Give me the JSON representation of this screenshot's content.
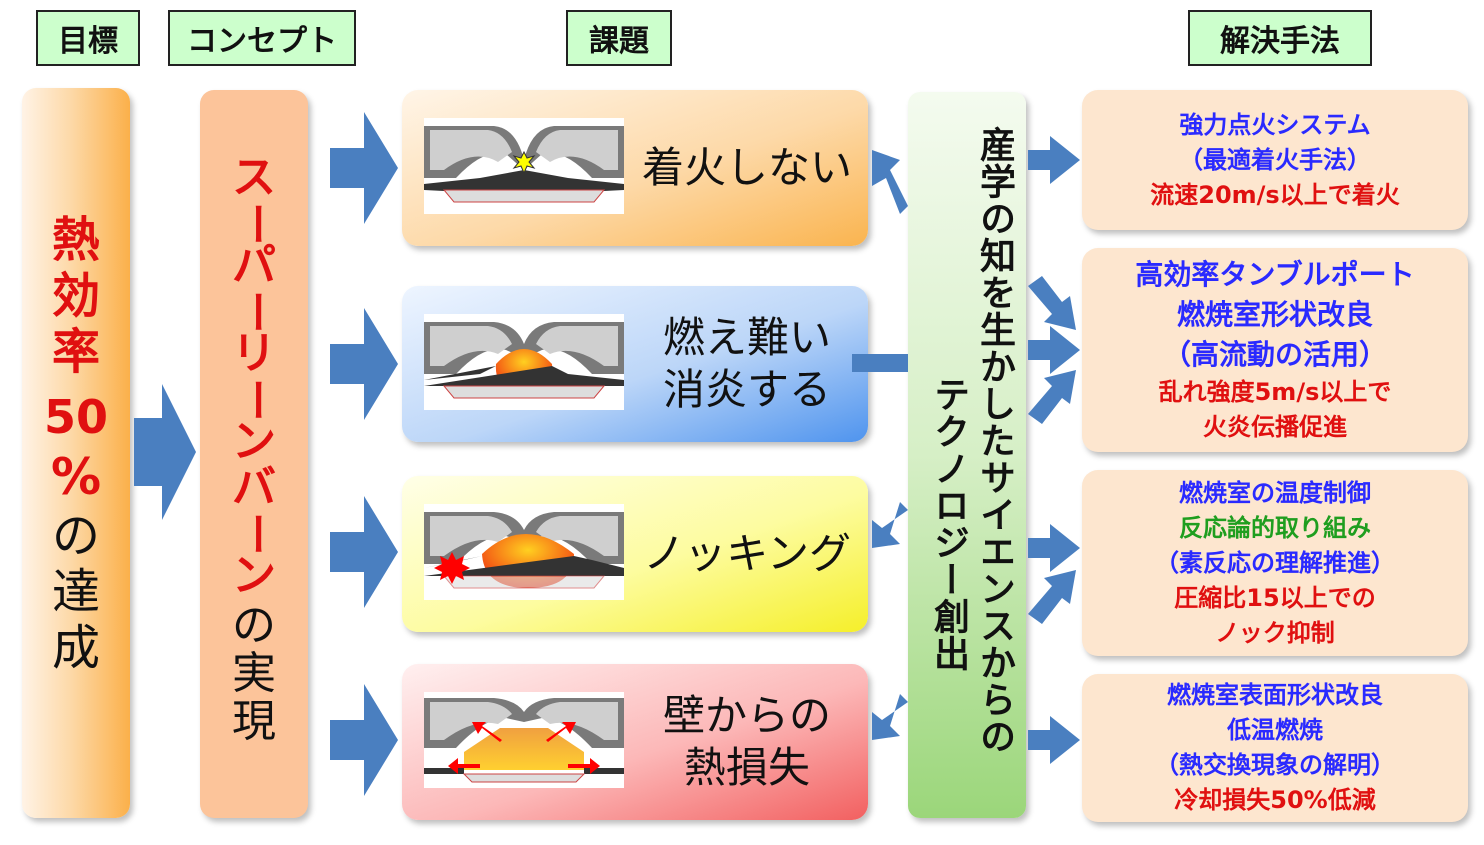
{
  "headers": {
    "goal": "目標",
    "concept": "コンセプト",
    "issues": "課題",
    "solutions": "解決手法"
  },
  "goal": {
    "line1": "熱",
    "line2": "効",
    "line3": "率",
    "line4": "50",
    "line5": "%",
    "line6": "の",
    "line7": "達",
    "line8": "成"
  },
  "concept": {
    "chars": [
      "ス",
      "ー",
      "パ",
      "ー",
      "リ",
      "ー",
      "ン",
      "バ",
      "ー",
      "ン",
      "の",
      "実",
      "現"
    ]
  },
  "issues": [
    {
      "label_lines": [
        "着火しない"
      ]
    },
    {
      "label_lines": [
        "燃え難い",
        "消炎する"
      ]
    },
    {
      "label_lines": [
        "ノッキング"
      ]
    },
    {
      "label_lines": [
        "壁からの",
        "熱損失"
      ]
    }
  ],
  "technology": {
    "col1": "産学の知を生かしたサイエンスからの",
    "col2": "テクノロジー創出"
  },
  "solutions": [
    {
      "lines": [
        {
          "text": "強力点火システム",
          "color": "blue"
        },
        {
          "text": "（最適着火手法）",
          "color": "blue"
        },
        {
          "text": "流速20m/s以上で着火",
          "color": "red"
        }
      ]
    },
    {
      "lines": [
        {
          "text": "高効率タンブルポート",
          "color": "blue"
        },
        {
          "text": "燃焼室形状改良",
          "color": "blue"
        },
        {
          "text": "（高流動の活用）",
          "color": "blue"
        },
        {
          "text": "乱れ強度5m/s以上で",
          "color": "red"
        },
        {
          "text": "火炎伝播促進",
          "color": "red"
        }
      ]
    },
    {
      "lines": [
        {
          "text": "燃焼室の温度制御",
          "color": "blue"
        },
        {
          "text": "反応論的取り組み",
          "color": "green"
        },
        {
          "text": "（素反応の理解推進）",
          "color": "blue"
        },
        {
          "text": "圧縮比15以上での",
          "color": "red"
        },
        {
          "text": "ノック抑制",
          "color": "red"
        }
      ]
    },
    {
      "lines": [
        {
          "text": "燃焼室表面形状改良",
          "color": "blue"
        },
        {
          "text": "低温燃焼",
          "color": "blue"
        },
        {
          "text": "（熱交換現象の解明）",
          "color": "blue"
        },
        {
          "text": "冷却損失50%低減",
          "color": "red"
        }
      ]
    }
  ],
  "colors": {
    "arrow": "#4a7fc0",
    "goal_red": "#e01010",
    "header_bg": "#ccffcc"
  }
}
